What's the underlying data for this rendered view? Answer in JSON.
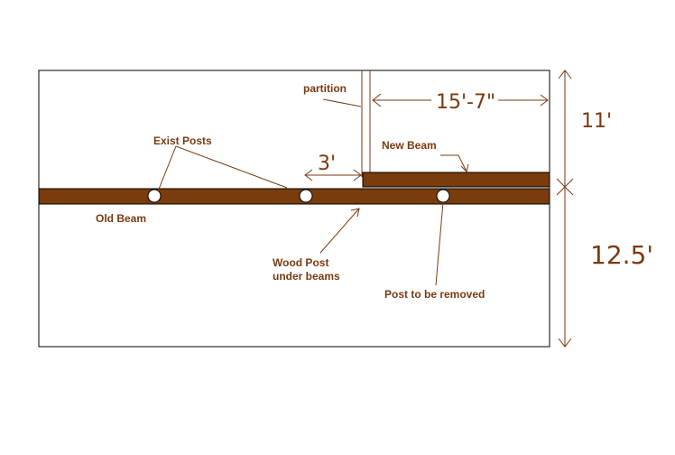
{
  "colors": {
    "beam": "#7a3c0c",
    "ink": "#7a3a10",
    "outline": "#000000"
  },
  "labels": {
    "partition": "partition",
    "exist_posts": "Exist Posts",
    "new_beam": "New Beam",
    "old_beam": "Old Beam",
    "wood_post_line1": "Wood Post",
    "wood_post_line2": "under beams",
    "post_removed": "Post to be removed"
  },
  "dimensions": {
    "new_beam_span": "15'-7\"",
    "offset": "3'",
    "upper_depth": "11'",
    "lower_depth": "12.5'"
  }
}
